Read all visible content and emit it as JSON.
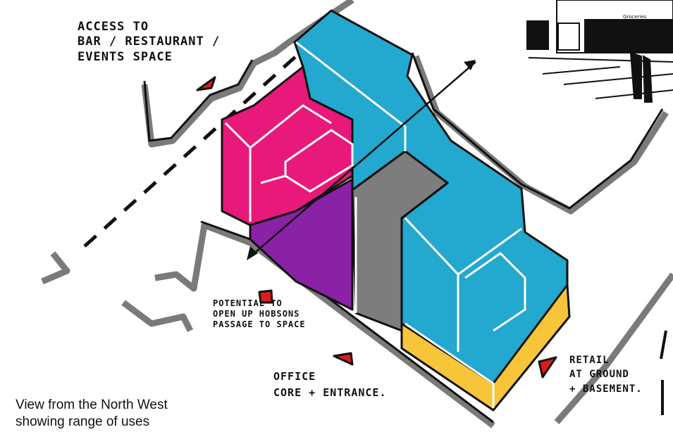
{
  "labels": {
    "access": [
      "Access to",
      "Bar / Restaurant /",
      "Events Space"
    ],
    "hobsons": [
      "Potential to",
      "open up Hobsons",
      "Passage to Space"
    ],
    "office": [
      "Office",
      "Core + Entrance."
    ],
    "retail": [
      "Retail",
      "At Ground",
      "+ Basement."
    ]
  },
  "caption": [
    "View from the North West",
    "showing range of uses"
  ],
  "street_sketch": {
    "sign": "Groceries"
  },
  "colors": {
    "office_blue": "#23a8cf",
    "bar_pink": "#e8197a",
    "events_purple": "#8a22a5",
    "core_grey": "#7d7d7d",
    "retail_yellow": "#f6c53a",
    "marker_red": "#e01b1b"
  }
}
